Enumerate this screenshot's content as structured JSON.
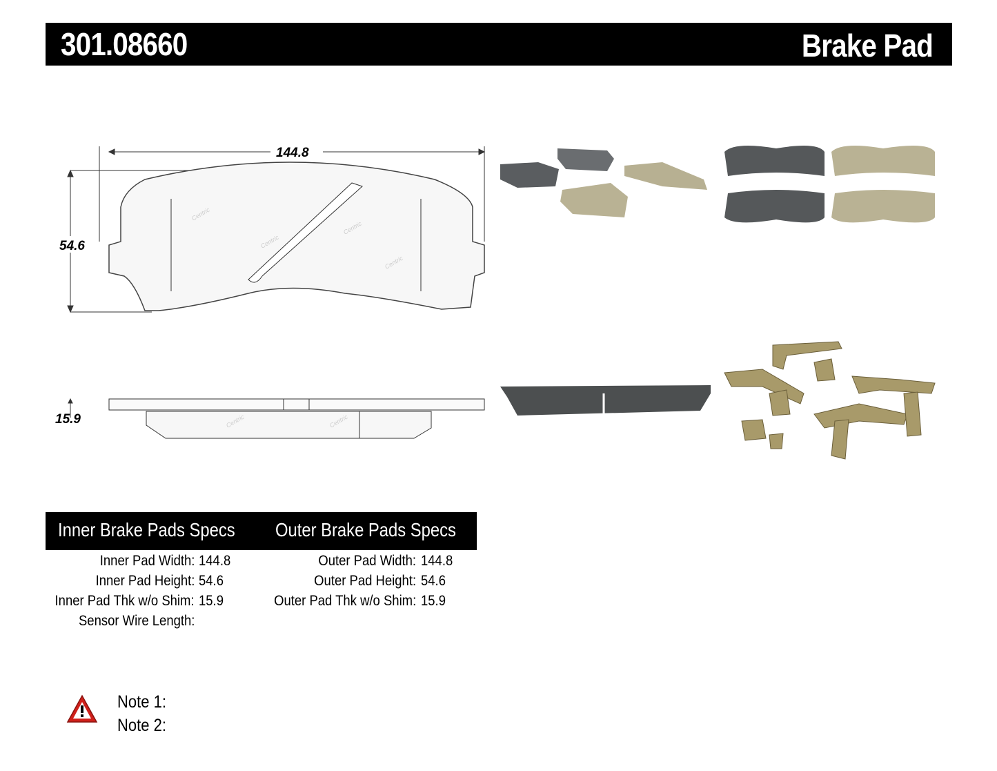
{
  "header": {
    "part_number": "301.08660",
    "product_type": "Brake Pad"
  },
  "drawing": {
    "width_dim": "144.8",
    "height_dim": "54.6",
    "thickness_dim": "15.9",
    "watermark": "Centric"
  },
  "specs": {
    "inner_title": "Inner Brake Pads Specs",
    "outer_title": "Outer Brake Pads Specs",
    "inner": [
      {
        "label": "Inner Pad Width:",
        "value": "144.8"
      },
      {
        "label": "Inner Pad Height:",
        "value": "54.6"
      },
      {
        "label": "Inner Pad Thk w/o Shim:",
        "value": "15.9"
      },
      {
        "label": "Sensor Wire Length:",
        "value": ""
      }
    ],
    "outer": [
      {
        "label": "Outer Pad Width:",
        "value": "144.8"
      },
      {
        "label": "Outer Pad Height:",
        "value": "54.6"
      },
      {
        "label": "Outer Pad Thk w/o Shim:",
        "value": "15.9"
      }
    ]
  },
  "notes": [
    {
      "label": "Note 1:"
    },
    {
      "label": "Note 2:"
    }
  ],
  "icons": {
    "warning": "warning-triangle-icon"
  },
  "colors": {
    "header_bg": "#000000",
    "warning": "#d0201a",
    "pad_friction": "#b9b294",
    "pad_backing": "#55585a",
    "clip": "#a89a6a"
  }
}
